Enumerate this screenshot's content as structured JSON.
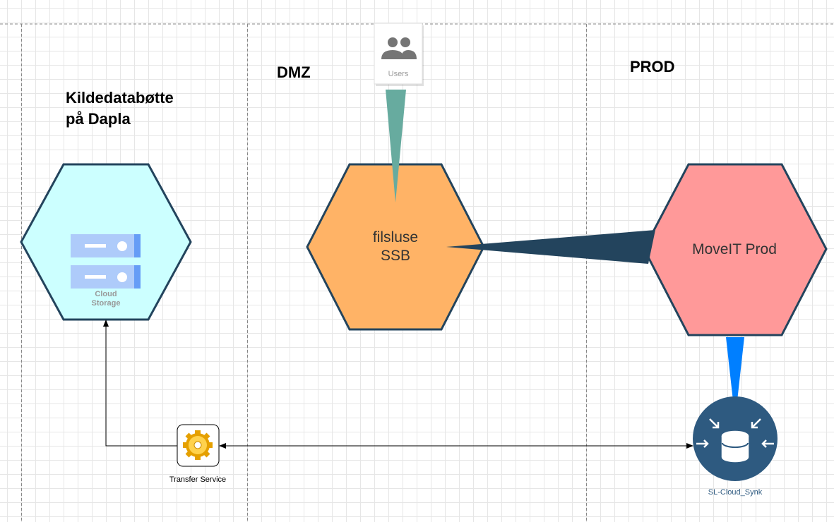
{
  "zones": {
    "source": "Kildedatabøtte\npå Dapla",
    "dmz": "DMZ",
    "prod": "PROD"
  },
  "nodes": {
    "cloud_storage": {
      "label": "Cloud\nStorage",
      "fill": "#ccffff"
    },
    "filsluse": {
      "label": "filsluse\nSSB",
      "fill": "#ffb366"
    },
    "moveit": {
      "label": "MoveIT Prod",
      "fill": "#ff9999"
    },
    "users": {
      "label": "Users"
    },
    "transfer_service": {
      "label": "Transfer Service"
    },
    "sl_cloud_synk": {
      "label": "SL-Cloud_Synk"
    }
  },
  "colors": {
    "hex_stroke": "#23445d",
    "users_link": "#67ab9f",
    "moveit_filsluse_link": "#23445d",
    "moveit_synk_link": "#007fff",
    "synk_circle": "#2e5a80",
    "storage_icon": "#aecbfa",
    "storage_icon_dark": "#4285f4"
  }
}
